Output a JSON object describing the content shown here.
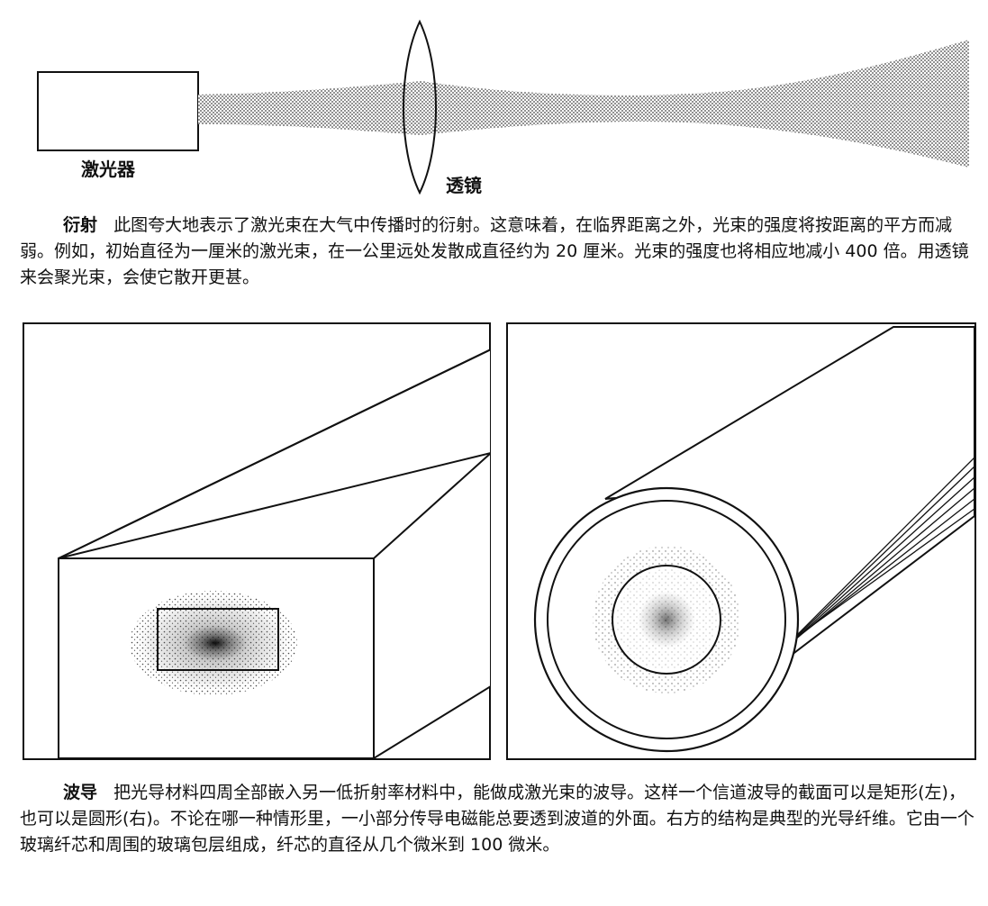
{
  "figure1": {
    "laser_label": "激光器",
    "lens_label": "透镜"
  },
  "caption1": {
    "title": "衍射",
    "text": "此图夸大地表示了激光束在大气中传播时的衍射。这意味着，在临界距离之外，光束的强度将按距离的平方而减弱。例如，初始直径为一厘米的激光束，在一公里远处发散成直径约为 20 厘米。光束的强度也将相应地减小 400 倍。用透镜来会聚光束，会使它散开更甚。"
  },
  "caption2": {
    "title": "波导",
    "text": "把光导材料四周全部嵌入另一低折射率材料中，能做成激光束的波导。这样一个信道波导的截面可以是矩形(左)，也可以是圆形(右)。不论在哪一种情形里，一小部分传导电磁能总要透到波道的外面。右方的结构是典型的光导纤维。它由一个玻璃纤芯和周围的玻璃包层组成，纤芯的直径从几个微米到 100 微米。"
  },
  "colors": {
    "ink": "#111111",
    "paper": "#ffffff",
    "beam": "#7a7a7a"
  }
}
